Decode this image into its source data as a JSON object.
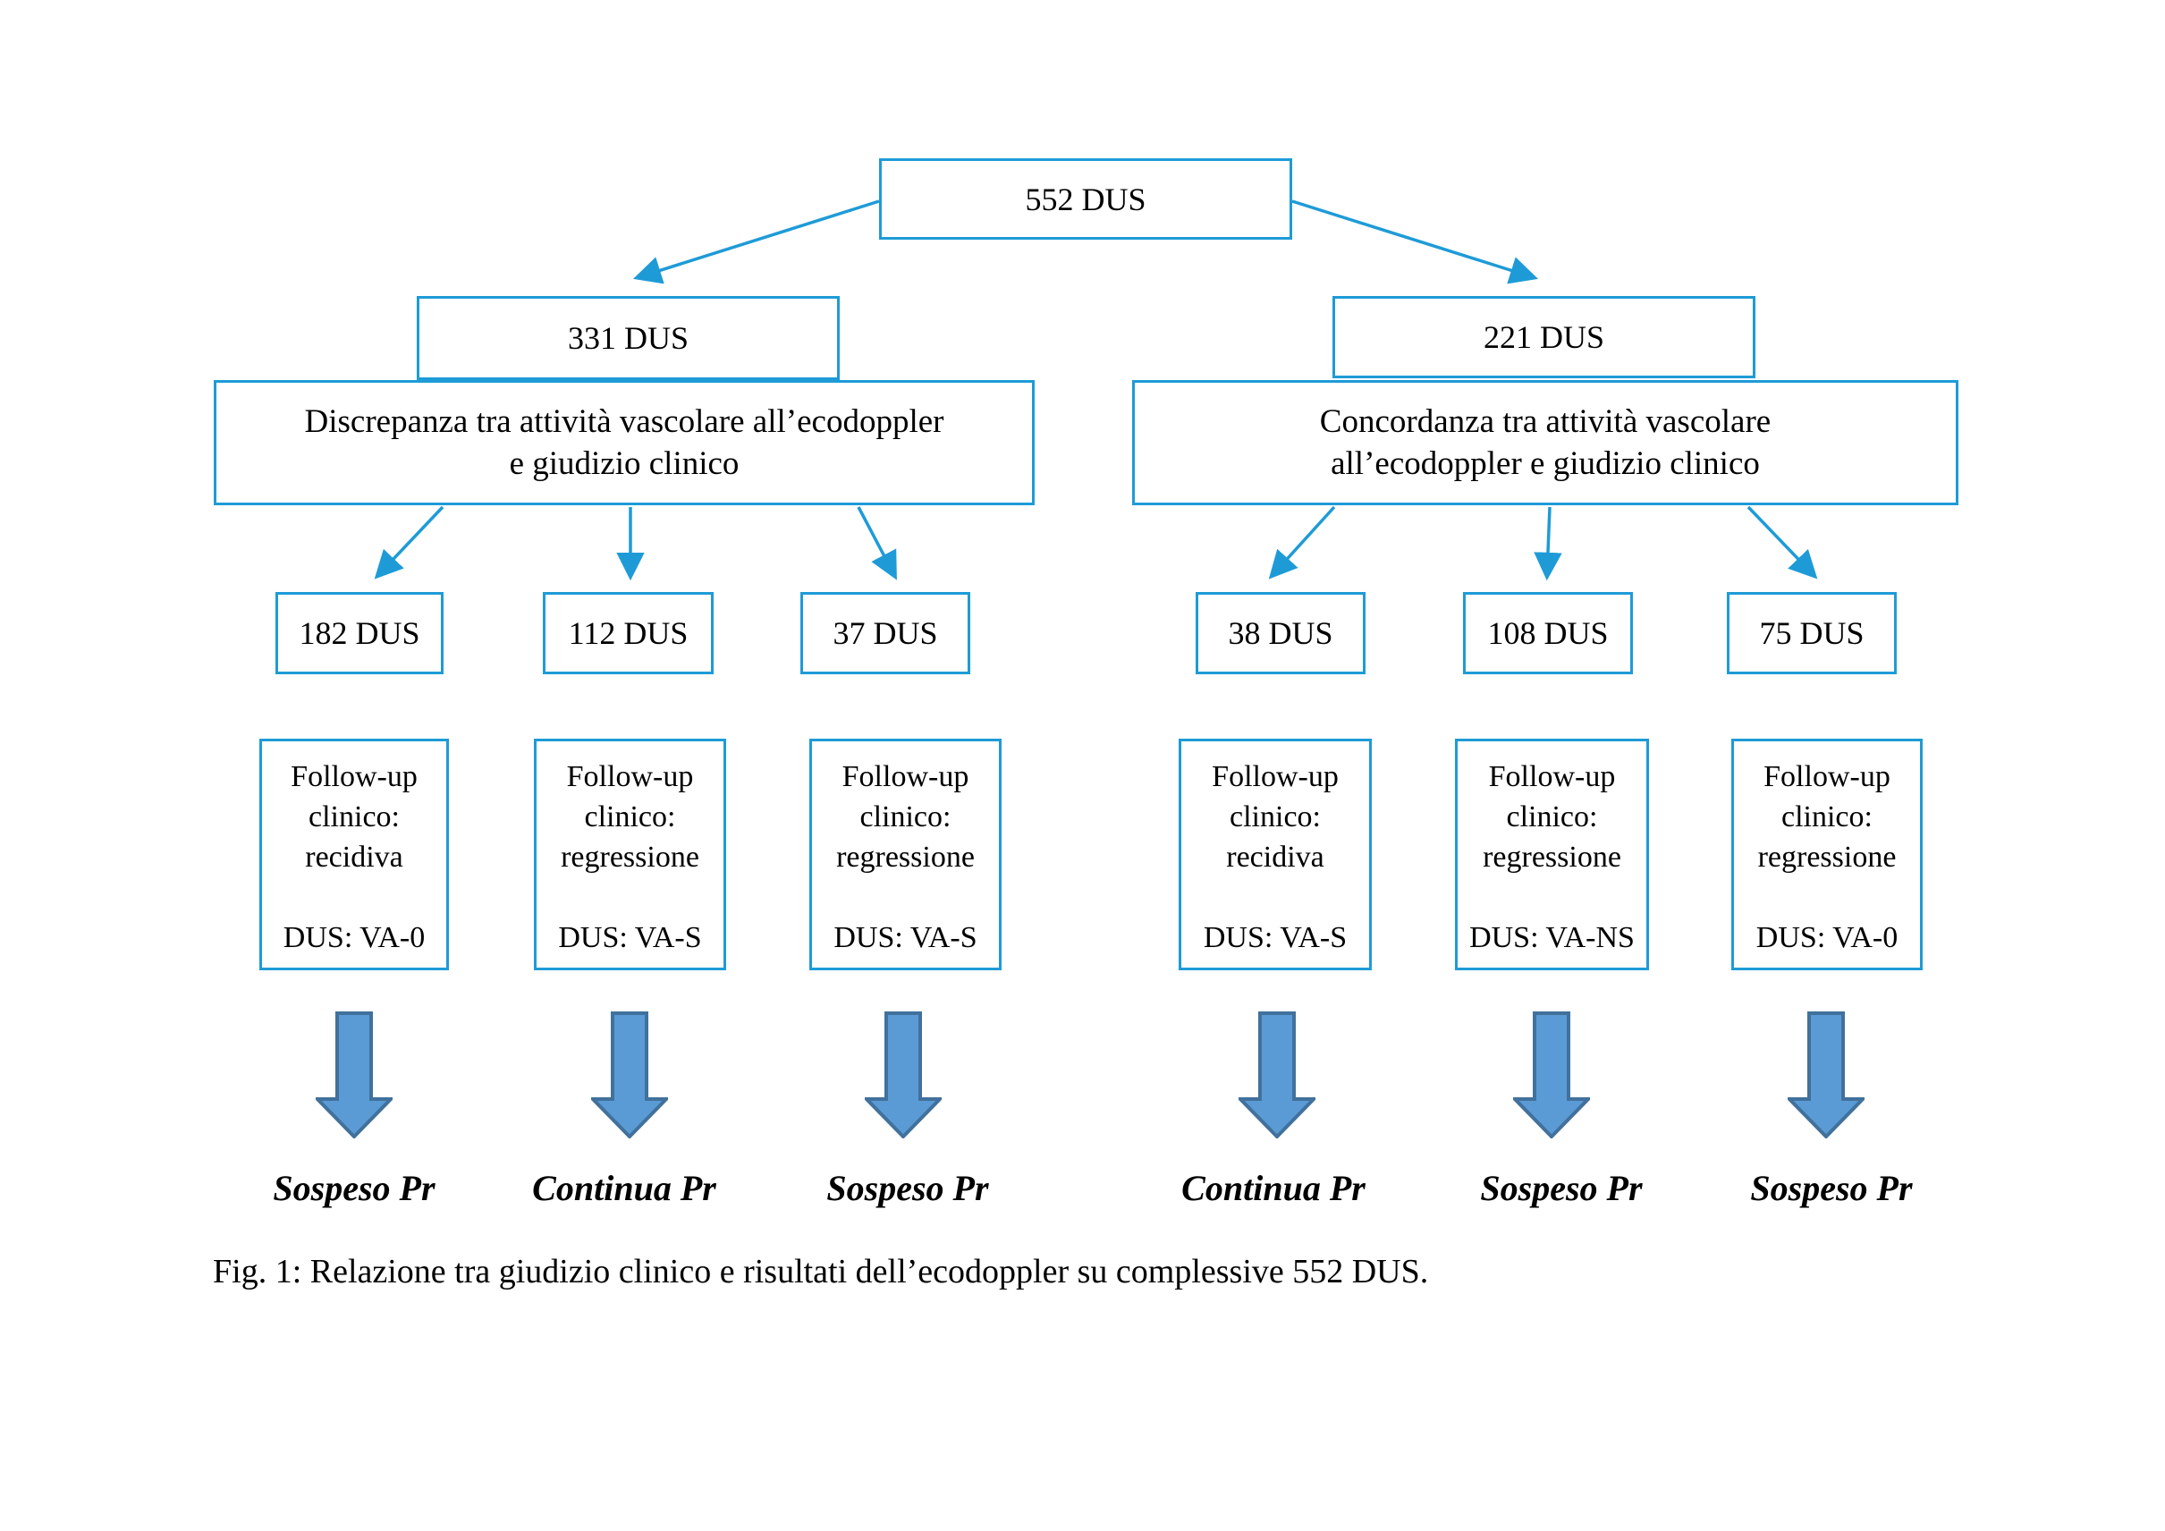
{
  "figure": {
    "caption": "Fig. 1: Relazione tra giudizio clinico e risultati dell’ecodoppler su complessive 552 DUS."
  },
  "root": {
    "label": "552 DUS"
  },
  "branches": [
    {
      "count": "331 DUS",
      "description_line1": "Discrepanza tra attività vascolare all’ecodoppler",
      "description_line2": "e giudizio clinico"
    },
    {
      "count": "221 DUS",
      "description_line1": "Concordanza tra attività vascolare",
      "description_line2": "all’ecodoppler e giudizio clinico"
    }
  ],
  "columns": [
    {
      "count": "182 DUS",
      "followup_lines": [
        "Follow-up",
        "clinico:",
        "recidiva"
      ],
      "dus_result": "DUS: VA-0",
      "outcome": "Sospeso Pr"
    },
    {
      "count": "112 DUS",
      "followup_lines": [
        "Follow-up",
        "clinico:",
        "regressione"
      ],
      "dus_result": "DUS: VA-S",
      "outcome": "Continua Pr"
    },
    {
      "count": "37 DUS",
      "followup_lines": [
        "Follow-up",
        "clinico:",
        "regressione"
      ],
      "dus_result": "DUS: VA-S",
      "outcome": "Sospeso Pr"
    },
    {
      "count": "38 DUS",
      "followup_lines": [
        "Follow-up",
        "clinico:",
        "recidiva"
      ],
      "dus_result": "DUS: VA-S",
      "outcome": "Continua Pr"
    },
    {
      "count": "108 DUS",
      "followup_lines": [
        "Follow-up",
        "clinico:",
        "regressione"
      ],
      "dus_result": "DUS: VA-NS",
      "outcome": "Sospeso Pr"
    },
    {
      "count": "75 DUS",
      "followup_lines": [
        "Follow-up",
        "clinico:",
        "regressione"
      ],
      "dus_result": "DUS: VA-0",
      "outcome": "Sospeso Pr"
    }
  ],
  "colors": {
    "box_border": "#1e9bd7",
    "connector": "#1e9bd7",
    "block_arrow_fill": "#5b9bd5",
    "block_arrow_border": "#41719c",
    "text": "#000000",
    "background": "#ffffff"
  }
}
